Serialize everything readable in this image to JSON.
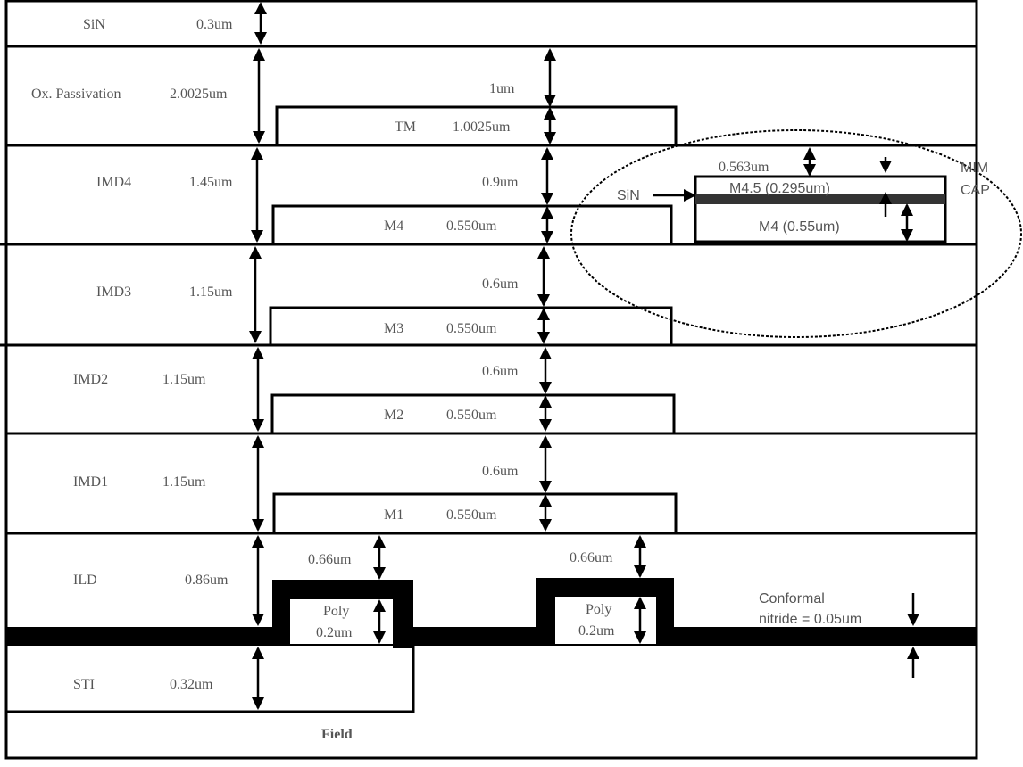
{
  "layers": [
    {
      "name": "SiN",
      "thickness": "0.3um"
    },
    {
      "name": "Ox. Passivation",
      "thickness": "2.0025um"
    },
    {
      "name": "IMD4",
      "thickness": "1.45um"
    },
    {
      "name": "IMD3",
      "thickness": "1.15um"
    },
    {
      "name": "IMD2",
      "thickness": "1.15um"
    },
    {
      "name": "IMD1",
      "thickness": "1.15um"
    },
    {
      "name": "ILD",
      "thickness": "0.86um"
    },
    {
      "name": "STI",
      "thickness": "0.32um"
    }
  ],
  "metals": [
    {
      "name": "TM",
      "thickness": "1.0025um",
      "gap": "1um"
    },
    {
      "name": "M4",
      "thickness": "0.550um",
      "gap": "0.9um"
    },
    {
      "name": "M3",
      "thickness": "0.550um",
      "gap": "0.6um"
    },
    {
      "name": "M2",
      "thickness": "0.550um",
      "gap": "0.6um"
    },
    {
      "name": "M1",
      "thickness": "0.550um",
      "gap": "0.6um"
    }
  ],
  "poly": [
    {
      "label": "Poly",
      "thickness": "0.2um",
      "gap": "0.66um"
    },
    {
      "label": "Poly",
      "thickness": "0.2um",
      "gap": "0.66um"
    }
  ],
  "nitride_label_1": "Conformal",
  "nitride_label_2": "nitride = 0.05um",
  "field_label": "Field",
  "mim": {
    "title_1": "MIM",
    "title_2": "CAP",
    "sin_label": "SiN",
    "top_gap": "0.563um",
    "m45_label": "M4.5 (0.295um)",
    "m4_label": "M4 (0.55um)"
  }
}
